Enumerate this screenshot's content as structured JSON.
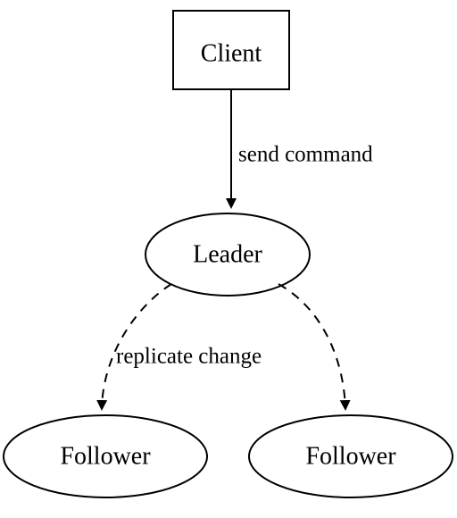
{
  "nodes": {
    "client": {
      "label": "Client",
      "shape": "box"
    },
    "leader": {
      "label": "Leader",
      "shape": "ellipse"
    },
    "follower_left": {
      "label": "Follower",
      "shape": "ellipse"
    },
    "follower_right": {
      "label": "Follower",
      "shape": "ellipse"
    }
  },
  "edges": {
    "client_to_leader": {
      "from": "Client",
      "to": "Leader",
      "label": "send command",
      "style": "solid"
    },
    "leader_to_follower_left": {
      "from": "Leader",
      "to": "Follower",
      "label": "replicate change",
      "style": "dashed"
    },
    "leader_to_follower_right": {
      "from": "Leader",
      "to": "Follower",
      "label": "",
      "style": "dashed"
    }
  },
  "colors": {
    "stroke": "#000000",
    "background": "#ffffff"
  }
}
